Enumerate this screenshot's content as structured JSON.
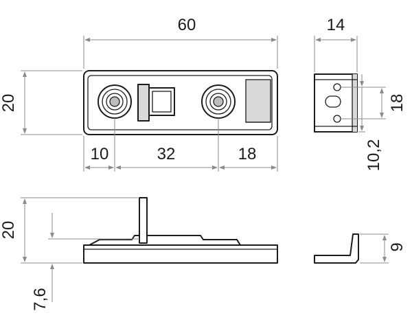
{
  "dimensions": {
    "top_length": "60",
    "top_height": "20",
    "offset_left": "10",
    "hole_spacing": "32",
    "offset_right": "18",
    "side_width": "14",
    "side_height": "18",
    "side_offset": "10,2",
    "front_height": "20",
    "front_offset": "7,6",
    "profile_height": "9"
  }
}
